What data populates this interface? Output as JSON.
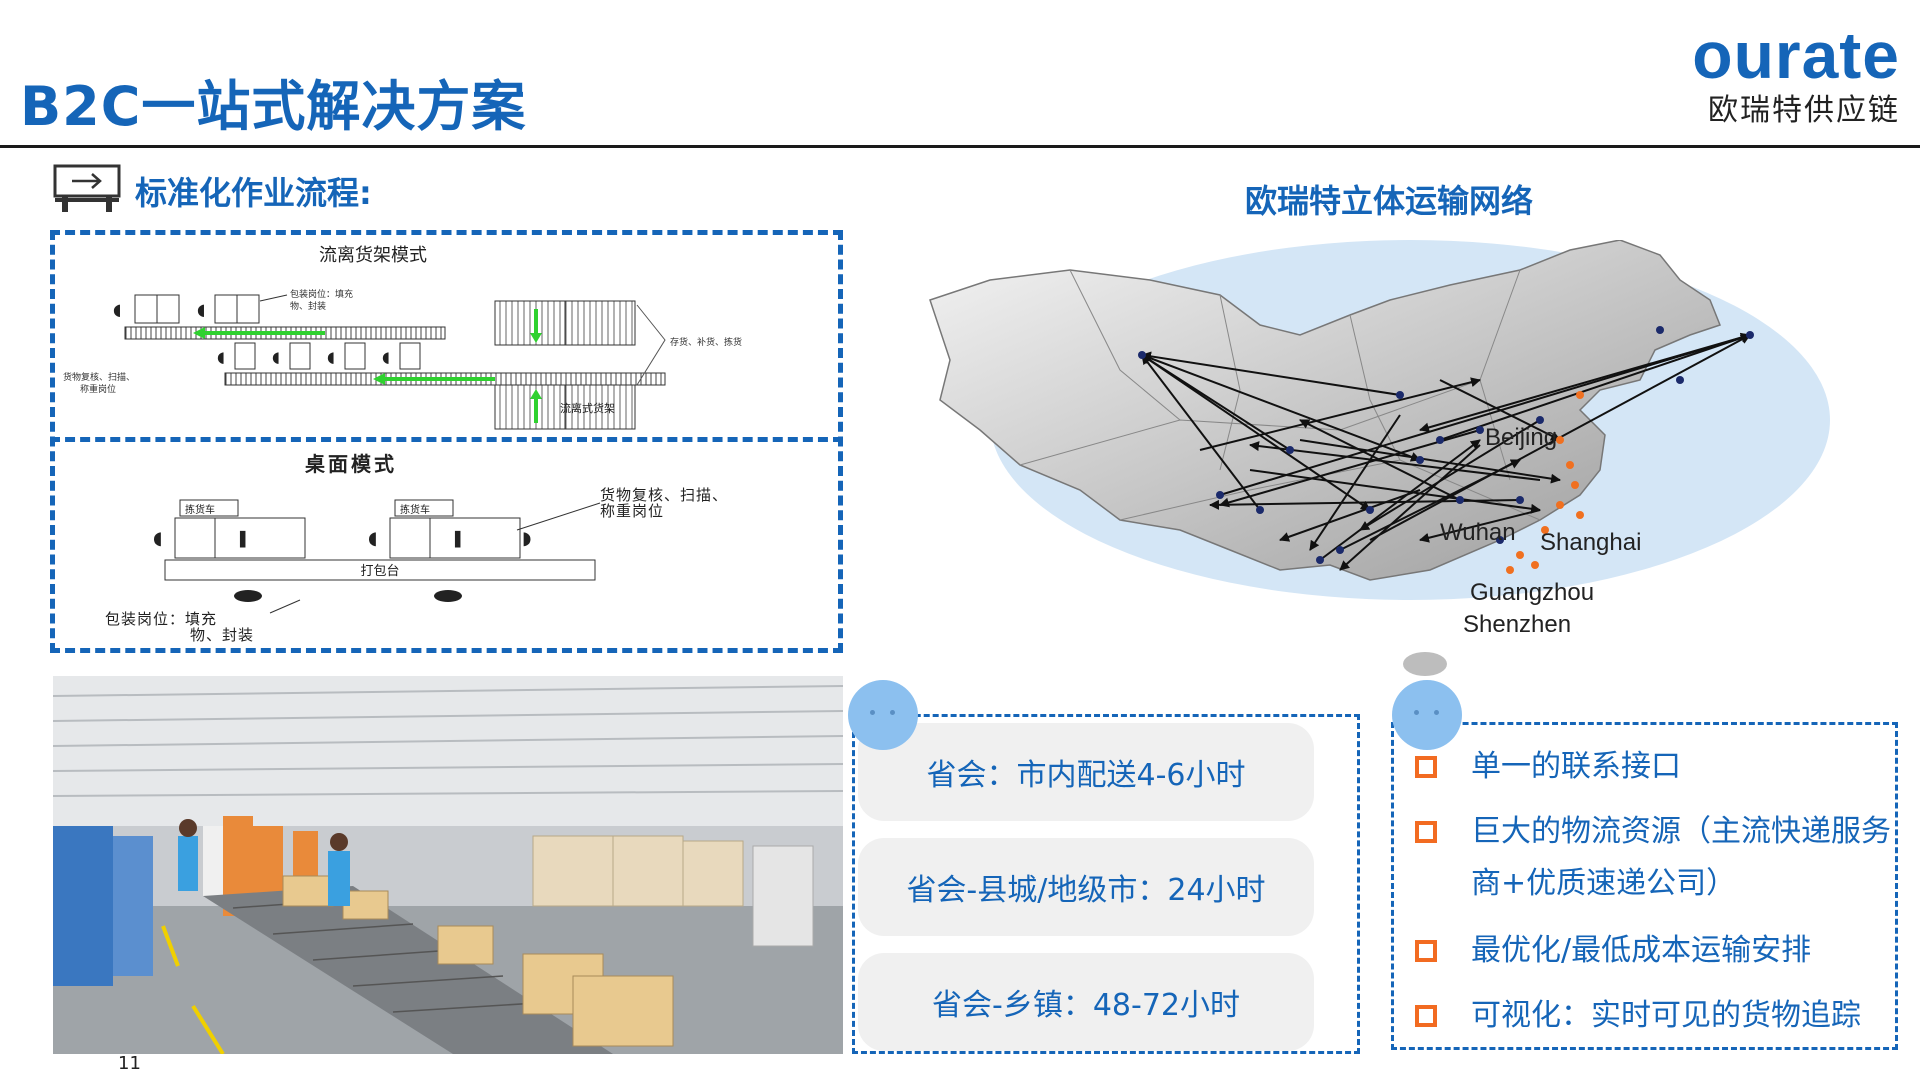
{
  "header": {
    "title": "B2C一站式解决方案",
    "brand_logo": "ourate",
    "brand_subtitle": "欧瑞特供应链"
  },
  "flow_section": {
    "heading": "标准化作业流程:",
    "icon": "signboard-arrow-icon",
    "shelf_mode": {
      "title": "流离货架模式",
      "label_packing": [
        "包装岗位：填充",
        "物、封装"
      ],
      "label_check": [
        "货物复核、扫描、",
        "称重岗位"
      ],
      "label_stock": "存货、补货、拣货",
      "label_rack": "流离式货架"
    },
    "desk_mode": {
      "title": "桌面模式",
      "cart_label": "拣货车",
      "label_check": [
        "货物复核、扫描、",
        "称重岗位"
      ],
      "label_table": "打包台",
      "label_packing": [
        "包装岗位：填充",
        "物、封装"
      ]
    }
  },
  "map_section": {
    "title": "欧瑞特立体运输网络",
    "city_labels": [
      "Beijing",
      "Wuhan",
      "Shanghai",
      "Guangzhou",
      "Shenzhen"
    ]
  },
  "delivery_times": [
    "省会：市内配送4-6小时",
    "省会-县城/地级市：24小时",
    "省会-乡镇：48-72小时"
  ],
  "benefits": [
    "单一的联系接口",
    "巨大的物流资源（主流快递服务商+优质速递公司）",
    "最优化/最低成本运输安排",
    "可视化：实时可见的货物追踪"
  ],
  "page_number": "11",
  "colors": {
    "brand_blue": "#1565b8",
    "accent_orange": "#f26b21",
    "bubble_blue": "#8cc0ef",
    "card_gray": "#f0f0f0"
  }
}
